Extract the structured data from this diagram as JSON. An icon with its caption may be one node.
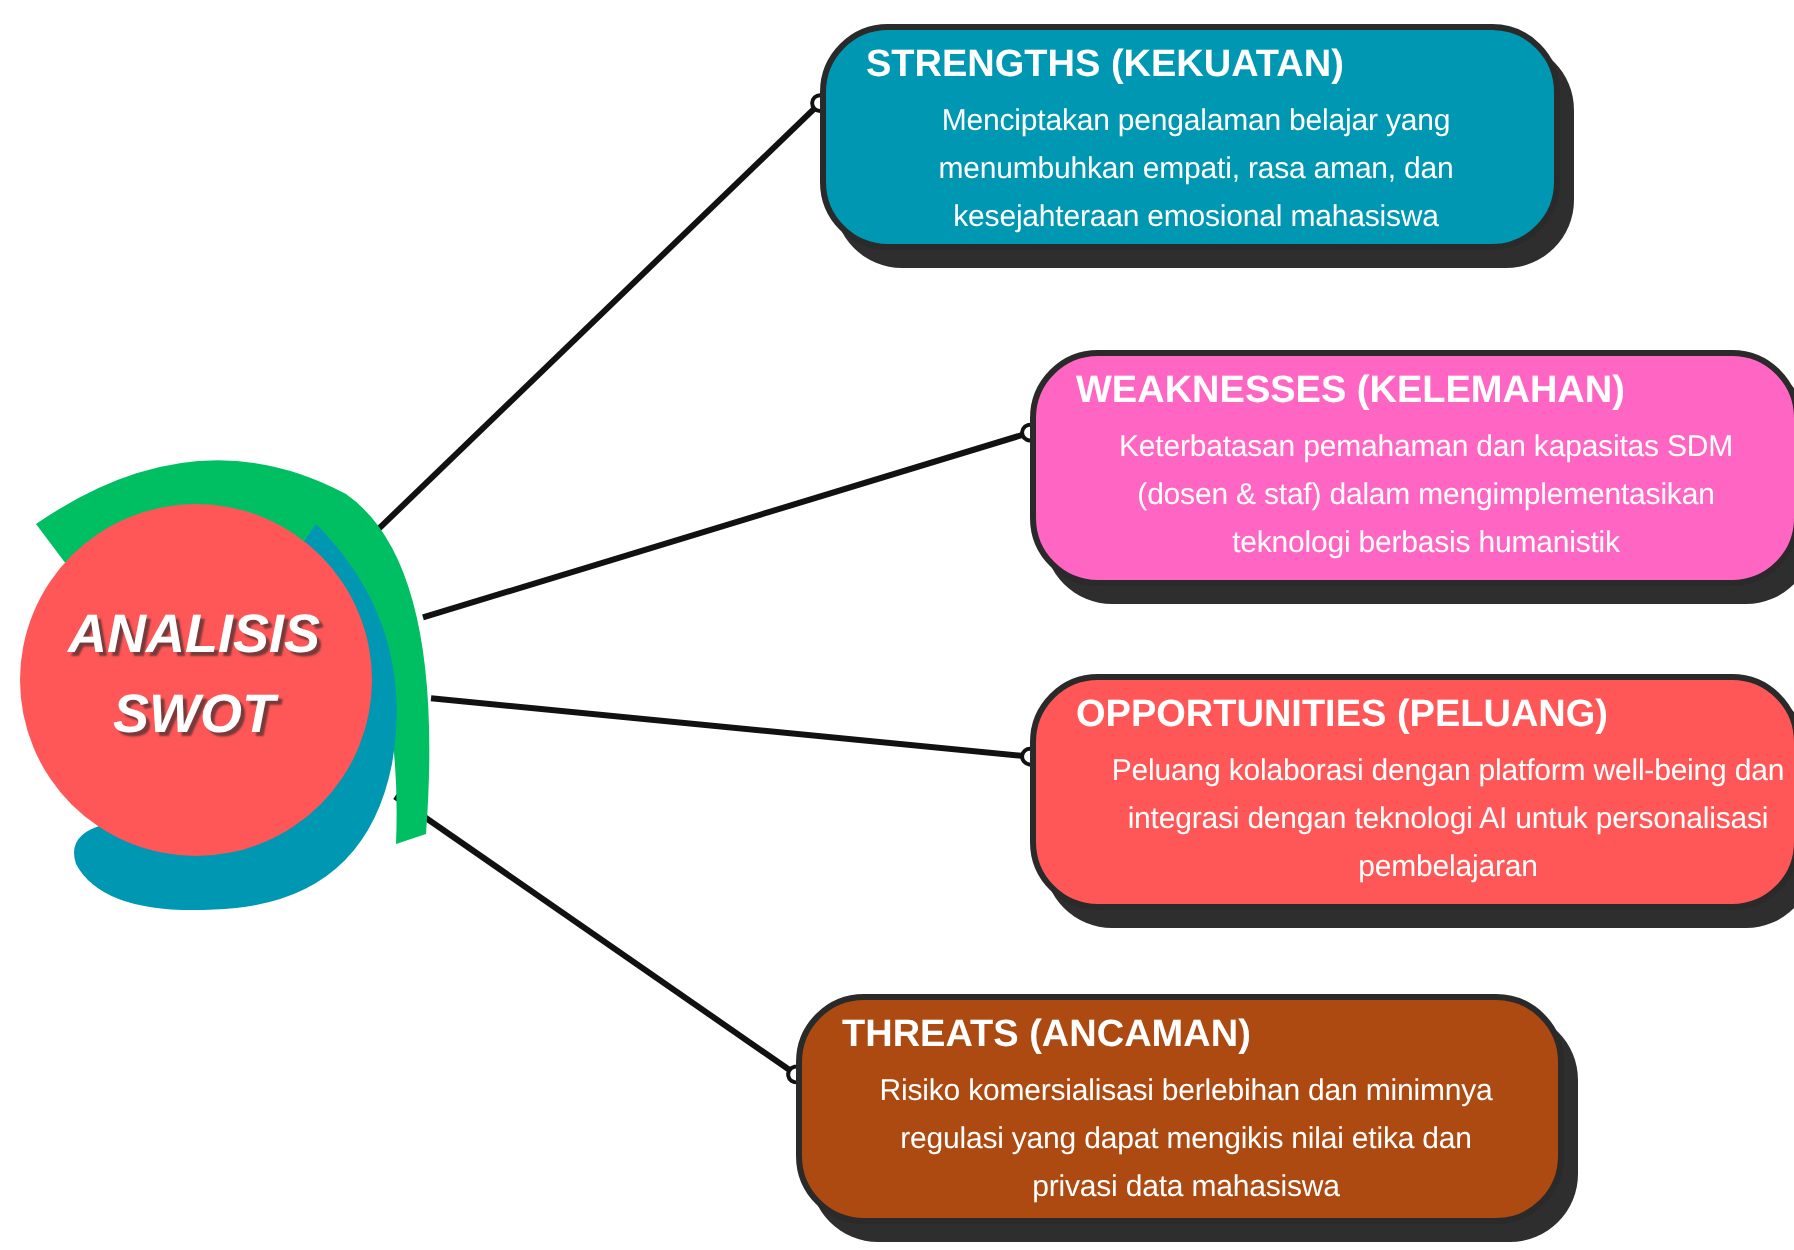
{
  "diagram": {
    "nodes": [
      {
        "text": [
          "ANALISIS SWOT"
        ]
      },
      {
        "text": [
          "STRENGTHS (KEKUATAN)",
          "Menciptakan pengalaman belajar yang menumbuhkan empati, rasa aman, dan kesejahteraan emosional mahasiswa"
        ]
      },
      {
        "text": [
          "WEAKNESSES (KELEMAHAN)",
          "Keterbatasan pemahaman dan kapasitas SDM (dosen & staf) dalam mengimplementasikan teknologi berbasis humanistik"
        ]
      },
      {
        "text": [
          "OPPORTUNITIES (PELUANG)",
          "Peluang kolaborasi dengan platform well-being dan integrasi dengan teknologi AI untuk personalisasi pembelajaran"
        ]
      },
      {
        "text": [
          "THREATS (ANCAMAN)",
          "Risiko komersialisasi berlebihan dan minimnya regulasi yang dapat mengikis nilai etika dan privasi data mahasiswa"
        ]
      }
    ],
    "edges": [
      {
        "from": 0,
        "to": 1,
        "arrow": "other"
      },
      {
        "from": 0,
        "to": 2,
        "arrow": "other"
      },
      {
        "from": 0,
        "to": 3,
        "arrow": "other"
      },
      {
        "from": 0,
        "to": 4,
        "arrow": "other"
      }
    ]
  }
}
